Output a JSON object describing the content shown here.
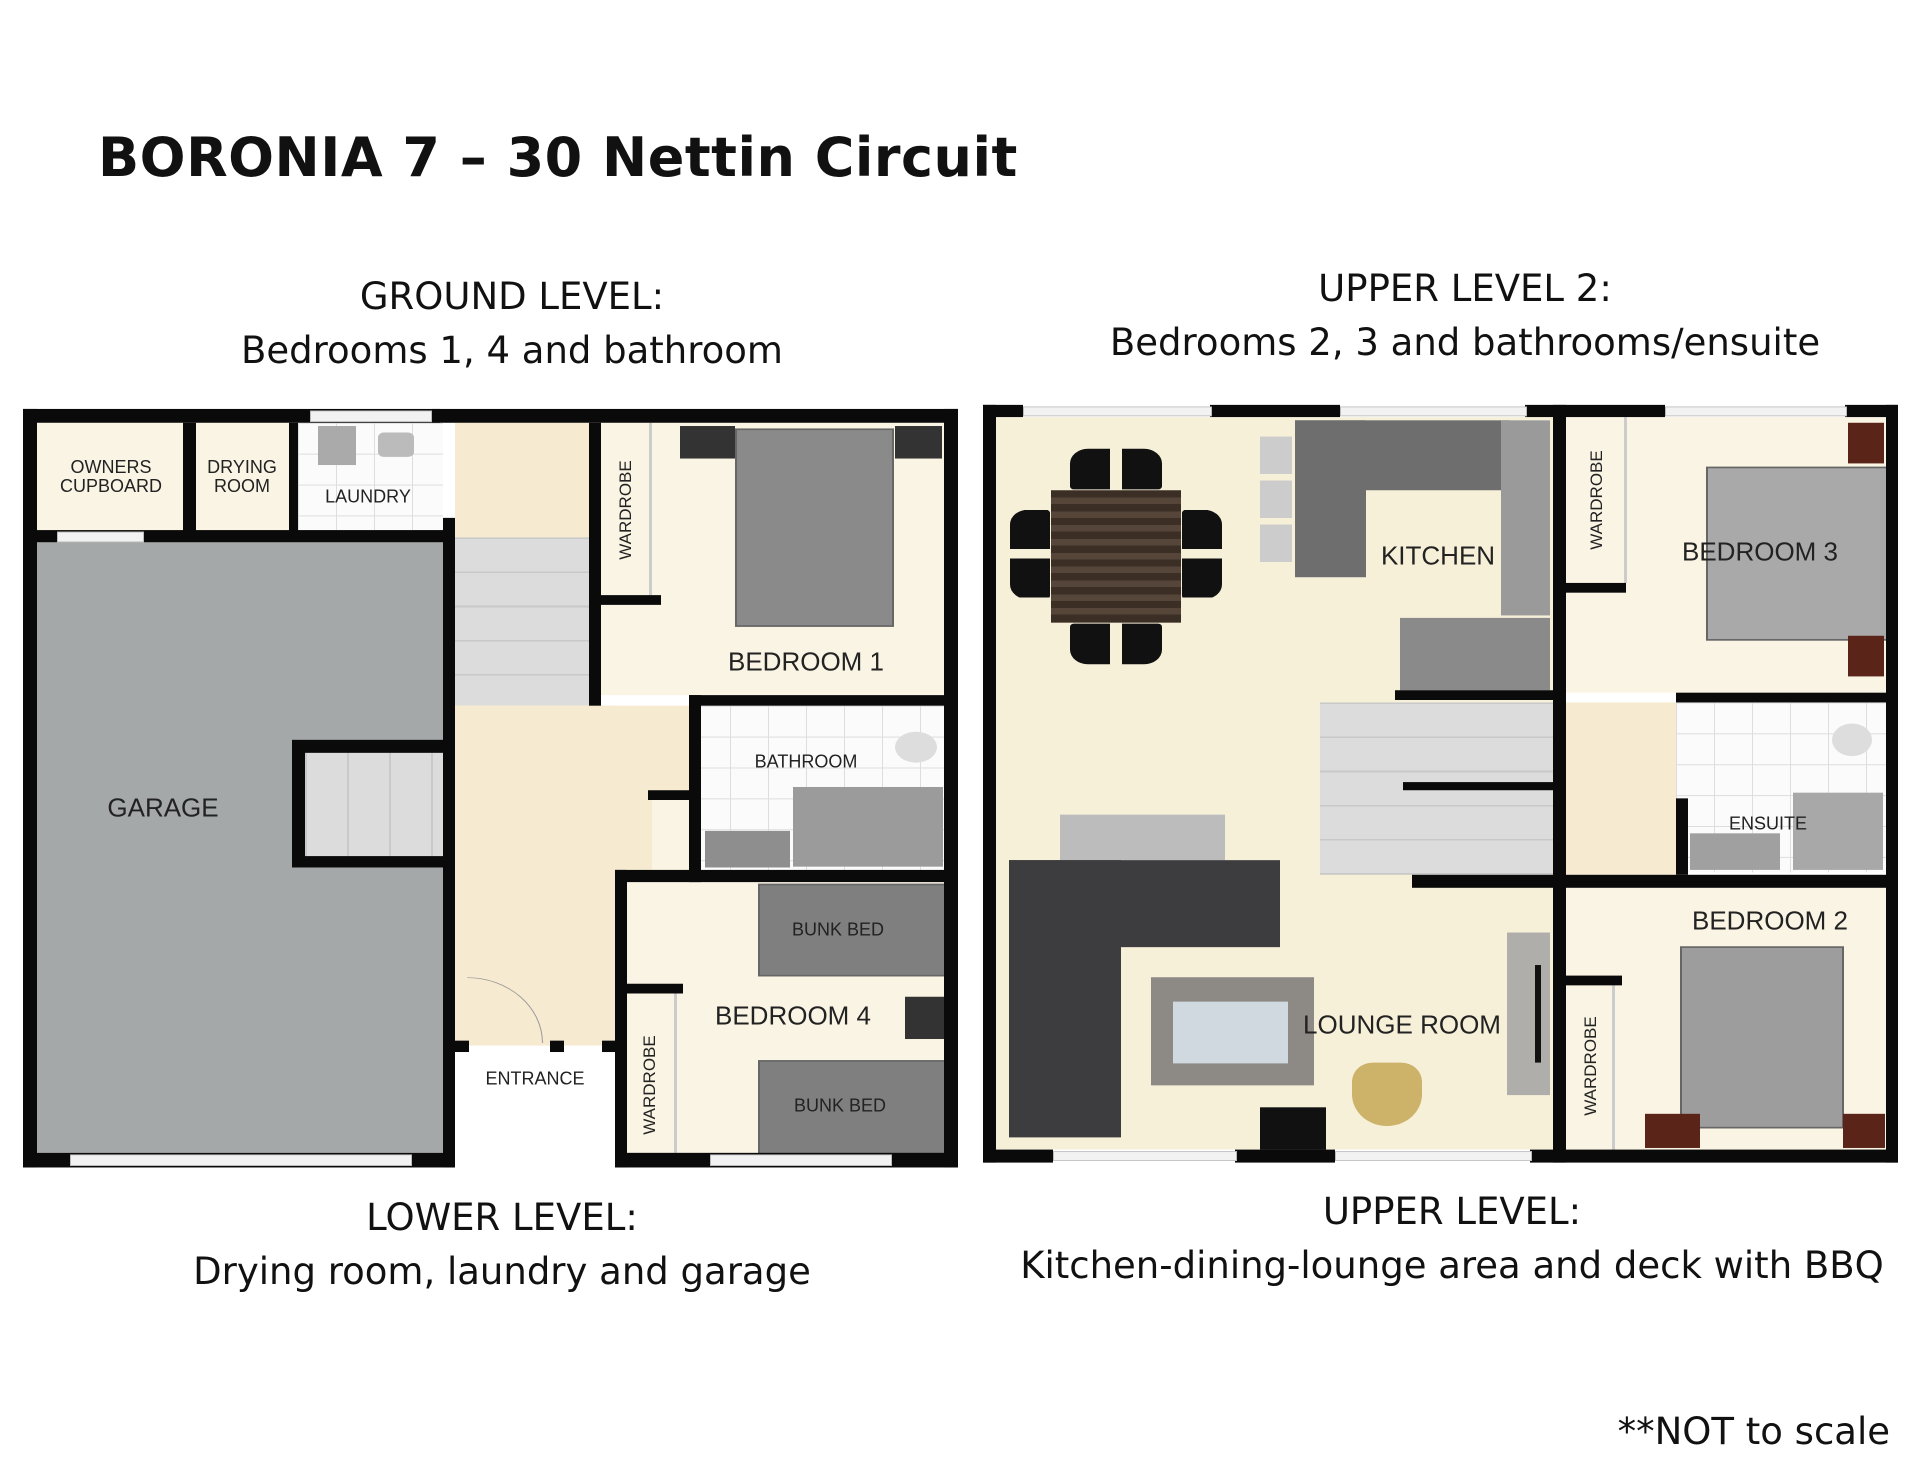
{
  "title": "BORONIA 7 – 30 Nettin Circuit",
  "ground_level": {
    "heading": "GROUND LEVEL:",
    "subheading": "Bedrooms 1, 4 and bathroom"
  },
  "lower_level": {
    "heading": "LOWER LEVEL:",
    "subheading": "Drying room, laundry and garage"
  },
  "upper_level_2": {
    "heading": "UPPER LEVEL 2:",
    "subheading": "Bedrooms 2, 3 and bathrooms/ensuite"
  },
  "upper_level": {
    "heading": "UPPER LEVEL:",
    "subheading": "Kitchen-dining-lounge area and deck with BBQ"
  },
  "left_plan": {
    "owners_cupboard": "OWNERS\nCUPBOARD",
    "drying_room": "DRYING\nROOM",
    "laundry": "LAUNDRY",
    "wardrobe_1": "WARDROBE",
    "bedroom_1": "BEDROOM 1",
    "garage": "GARAGE",
    "bathroom": "BATHROOM",
    "bunk_bed_1": "BUNK BED",
    "bedroom_4": "BEDROOM 4",
    "entrance": "ENTRANCE",
    "wardrobe_2": "WARDROBE",
    "bunk_bed_2": "BUNK BED"
  },
  "right_plan": {
    "kitchen": "KITCHEN",
    "wardrobe_3": "WARDROBE",
    "bedroom_3": "BEDROOM 3",
    "ensuite": "ENSUITE",
    "bedroom_2": "BEDROOM 2",
    "wardrobe_4": "WARDROBE",
    "lounge_room": "LOUNGE ROOM"
  },
  "note": "**NOT to scale"
}
